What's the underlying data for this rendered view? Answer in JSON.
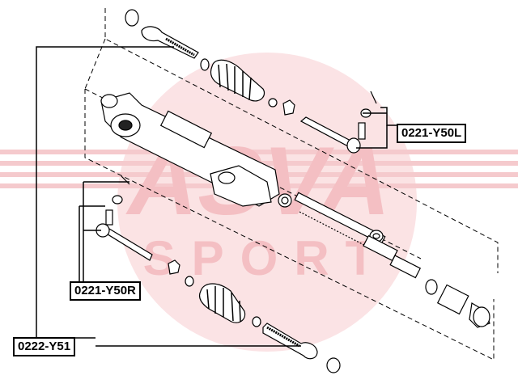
{
  "watermark": {
    "brand": "ASVA",
    "sub": "SPORT",
    "color": "#f4c5c8"
  },
  "labels": {
    "tie_rod_end_left": "0221-Y50L",
    "tie_rod_end_right": "0221-Y50R",
    "inner_tie_rod": "0222-Y51"
  },
  "colors": {
    "line": "#000000",
    "dashed": "#000000"
  }
}
